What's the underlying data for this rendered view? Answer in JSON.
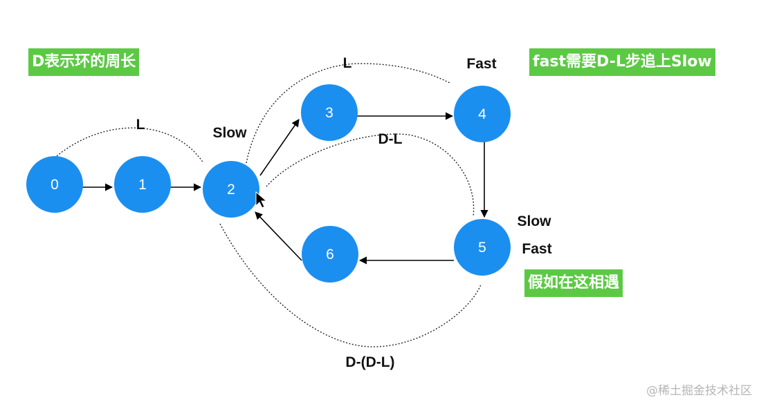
{
  "colors": {
    "node_fill": "#1b8ff0",
    "note_bg": "#5cc944",
    "edge": "#000000"
  },
  "nodes": [
    {
      "id": "n0",
      "label": "0"
    },
    {
      "id": "n1",
      "label": "1"
    },
    {
      "id": "n2",
      "label": "2"
    },
    {
      "id": "n3",
      "label": "3"
    },
    {
      "id": "n4",
      "label": "4"
    },
    {
      "id": "n5",
      "label": "5"
    },
    {
      "id": "n6",
      "label": "6"
    }
  ],
  "edges": [
    {
      "from": "0",
      "to": "1"
    },
    {
      "from": "1",
      "to": "2"
    },
    {
      "from": "2",
      "to": "3"
    },
    {
      "from": "3",
      "to": "4"
    },
    {
      "from": "4",
      "to": "5"
    },
    {
      "from": "5",
      "to": "6"
    },
    {
      "from": "6",
      "to": "2"
    }
  ],
  "labels": {
    "l_top_left": "L",
    "l_top_right": "L",
    "slow_near_2": "Slow",
    "fast_near_4": "Fast",
    "d_minus_l": "D-L",
    "slow_near_5": "Slow",
    "fast_near_5": "Fast",
    "d_minus_d_minus_l": "D-(D-L)"
  },
  "notes": {
    "d_is_circumference": "D表示环的周长",
    "fast_needs_d_l": "fast需要D-L步追上Slow",
    "suppose_meet_here": "假如在这相遇"
  },
  "watermark": "@稀土掘金技术社区",
  "cursor_icon": "arrow-cursor-icon"
}
